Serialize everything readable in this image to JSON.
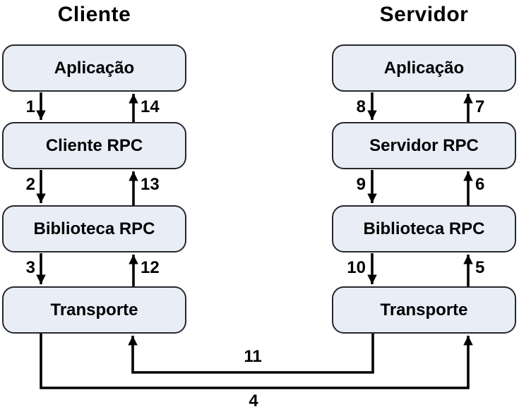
{
  "diagram_type": "rpc-call-flow",
  "columns": [
    {
      "title": "Cliente",
      "boxes": [
        "Aplicação",
        "Cliente RPC",
        "Biblioteca RPC",
        "Transporte"
      ],
      "down_arrow_labels": [
        "1",
        "2",
        "3"
      ],
      "up_arrow_labels": [
        "14",
        "13",
        "12"
      ]
    },
    {
      "title": "Servidor",
      "boxes": [
        "Aplicação",
        "Servidor RPC",
        "Biblioteca RPC",
        "Transporte"
      ],
      "down_arrow_labels": [
        "8",
        "9",
        "10"
      ],
      "up_arrow_labels": [
        "7",
        "6",
        "5"
      ]
    }
  ],
  "connectors": [
    {
      "label": "4",
      "direction": "cliente-transporte to servidor-transporte"
    },
    {
      "label": "11",
      "direction": "servidor-transporte to cliente-transporte"
    }
  ],
  "colors": {
    "box_fill": "#e9edf6",
    "box_border": "#26282d",
    "line": "#000000",
    "text": "#000000",
    "background": "#ffffff"
  }
}
